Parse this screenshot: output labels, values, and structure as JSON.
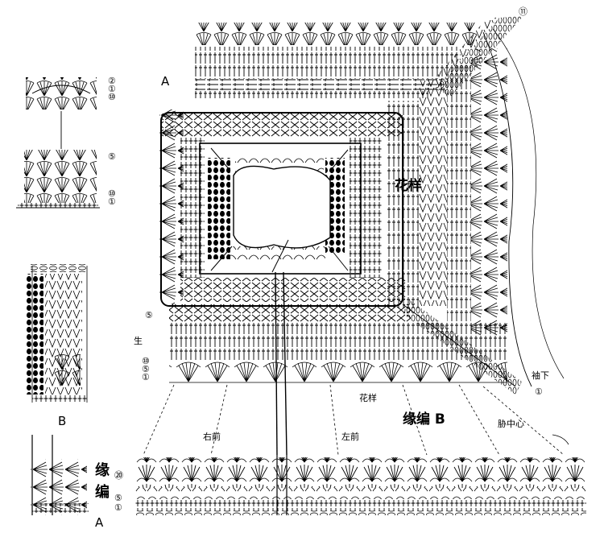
{
  "labels": {
    "a_top": "A",
    "huayang": "花样",
    "b_side": "B",
    "yuanbian_b": "缘编 B",
    "yuanbian_vertical": [
      "缘",
      "编"
    ],
    "a_bottom": "A",
    "right_front": "右前",
    "left_front": "左前",
    "huayang_small": "花样",
    "side_center": "胁中心",
    "sleeve_under": "袖下",
    "sheng": "生"
  },
  "row_numbers": {
    "left_side": [
      "⑤",
      "⑩",
      "⑤",
      "①"
    ],
    "top_left_inset": [
      "②",
      "①",
      "⑩"
    ],
    "mid_left_inset": [
      "⑤",
      "⑩",
      "①"
    ],
    "bottom": [
      "⑳",
      "⑤",
      "①"
    ],
    "right_top": "⑪",
    "right_bottom": "①"
  },
  "colors": {
    "ink": "#000000",
    "paper": "#ffffff"
  }
}
